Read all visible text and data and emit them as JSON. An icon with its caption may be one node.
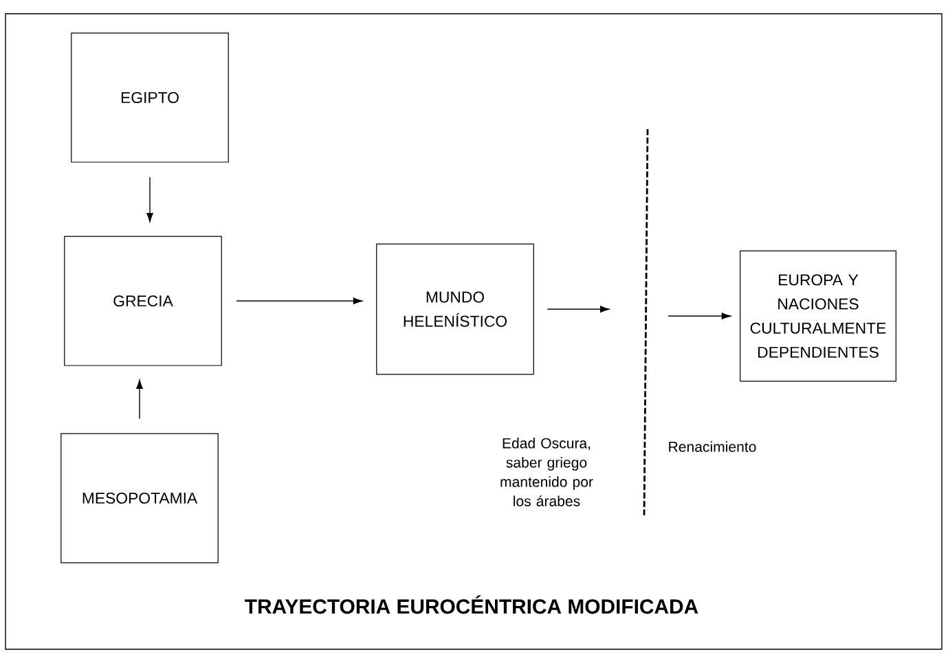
{
  "diagram": {
    "title": "TRAYECTORIA EUROCÉNTRICA MODIFICADA",
    "nodes": [
      {
        "text": [
          "EGIPTO"
        ]
      },
      {
        "text": [
          "GRECIA"
        ]
      },
      {
        "text": [
          "MESOPOTAMIA"
        ]
      },
      {
        "text": [
          "MUNDO HELENÍSTICO"
        ]
      },
      {
        "text": [
          "EUROPA Y NACIONES CULTURALMENTE DEPENDIENTES"
        ]
      }
    ],
    "edges": [
      {
        "from": 0,
        "to": 1,
        "arrow": "to"
      },
      {
        "from": 2,
        "to": 1,
        "arrow": "to"
      },
      {
        "from": 1,
        "to": 3,
        "arrow": "to"
      },
      {
        "from": 3,
        "to": null,
        "arrow": "to"
      },
      {
        "from": null,
        "to": 4,
        "arrow": "to"
      }
    ],
    "labels": [
      "Edad Oscura, saber griego mantenido por los árabes",
      "Renacimiento"
    ]
  }
}
